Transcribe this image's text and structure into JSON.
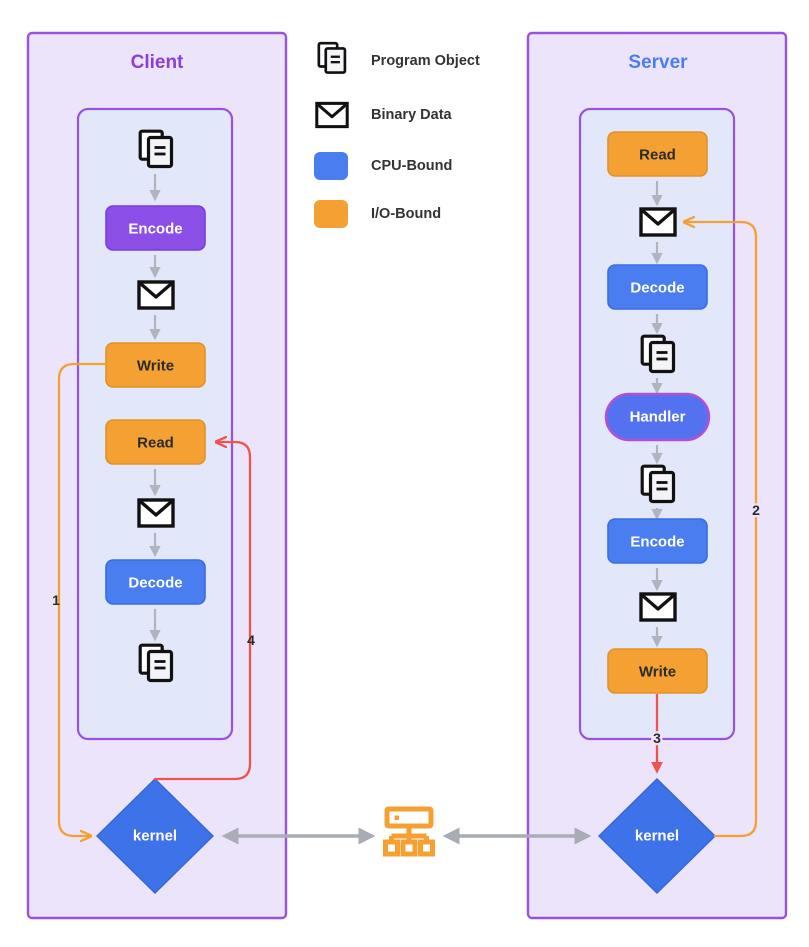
{
  "diagram": {
    "type": "flowchart",
    "background": "#ffffff"
  },
  "colors": {
    "panel_fill": "#ece4fb",
    "panel_stroke": "#9b51e0",
    "subpanel_fill": "#e2e8fa",
    "subpanel_stroke": "#9b51e0",
    "cpu_bound": "#4a7ef0",
    "io_bound": "#f5a033",
    "encode_highlight": "#8b4fe8",
    "handler_fill": "#5472f0",
    "handler_stroke": "#b14fd8",
    "kernel_fill": "#3e72e8",
    "flow_arrow": "#b0b4bd",
    "network_arrow": "#a8acb5",
    "seq_orange": "#f5a033",
    "seq_red": "#ef5350",
    "client_title": "#8b3fd8",
    "server_title": "#4a7ef0",
    "icon_stroke": "#111111",
    "switch_icon": "#f5a033"
  },
  "legend": {
    "items": [
      {
        "icon": "program-object-icon",
        "label": "Program Object",
        "kind": "glyph"
      },
      {
        "icon": "binary-data-icon",
        "label": "Binary Data",
        "kind": "glyph"
      },
      {
        "icon": "cpu-bound-swatch",
        "label": "CPU-Bound",
        "kind": "swatch",
        "color": "#4a7ef0"
      },
      {
        "icon": "io-bound-swatch",
        "label": "I/O-Bound",
        "kind": "swatch",
        "color": "#f5a033"
      }
    ]
  },
  "client": {
    "title": "Client",
    "kernel": "kernel",
    "steps": [
      {
        "type": "object",
        "name": "program-object-icon"
      },
      {
        "type": "process",
        "label": "Encode",
        "class": "cpu-bound",
        "highlight": true
      },
      {
        "type": "binary",
        "name": "binary-data-icon"
      },
      {
        "type": "process",
        "label": "Write",
        "class": "io-bound"
      },
      {
        "type": "process",
        "label": "Read",
        "class": "io-bound"
      },
      {
        "type": "binary",
        "name": "binary-data-icon"
      },
      {
        "type": "process",
        "label": "Decode",
        "class": "cpu-bound"
      },
      {
        "type": "object",
        "name": "program-object-icon"
      }
    ]
  },
  "server": {
    "title": "Server",
    "kernel": "kernel",
    "steps": [
      {
        "type": "process",
        "label": "Read",
        "class": "io-bound"
      },
      {
        "type": "binary",
        "name": "binary-data-icon"
      },
      {
        "type": "process",
        "label": "Decode",
        "class": "cpu-bound"
      },
      {
        "type": "object",
        "name": "program-object-icon"
      },
      {
        "type": "process",
        "label": "Handler",
        "class": "cpu-bound",
        "shape": "stadium"
      },
      {
        "type": "object",
        "name": "program-object-icon"
      },
      {
        "type": "process",
        "label": "Encode",
        "class": "cpu-bound"
      },
      {
        "type": "binary",
        "name": "binary-data-icon"
      },
      {
        "type": "process",
        "label": "Write",
        "class": "io-bound"
      }
    ]
  },
  "network": {
    "icon": "network-switch-icon"
  },
  "sequence": [
    {
      "id": "1",
      "label": "1",
      "color": "#f5a033",
      "from": "client-write",
      "to": "client-kernel"
    },
    {
      "id": "2",
      "label": "2",
      "color": "#f5a033",
      "from": "server-kernel",
      "to": "server-binary-in"
    },
    {
      "id": "3",
      "label": "3",
      "color": "#ef5350",
      "from": "server-write",
      "to": "server-kernel"
    },
    {
      "id": "4",
      "label": "4",
      "color": "#ef5350",
      "from": "client-kernel",
      "to": "client-read"
    }
  ]
}
